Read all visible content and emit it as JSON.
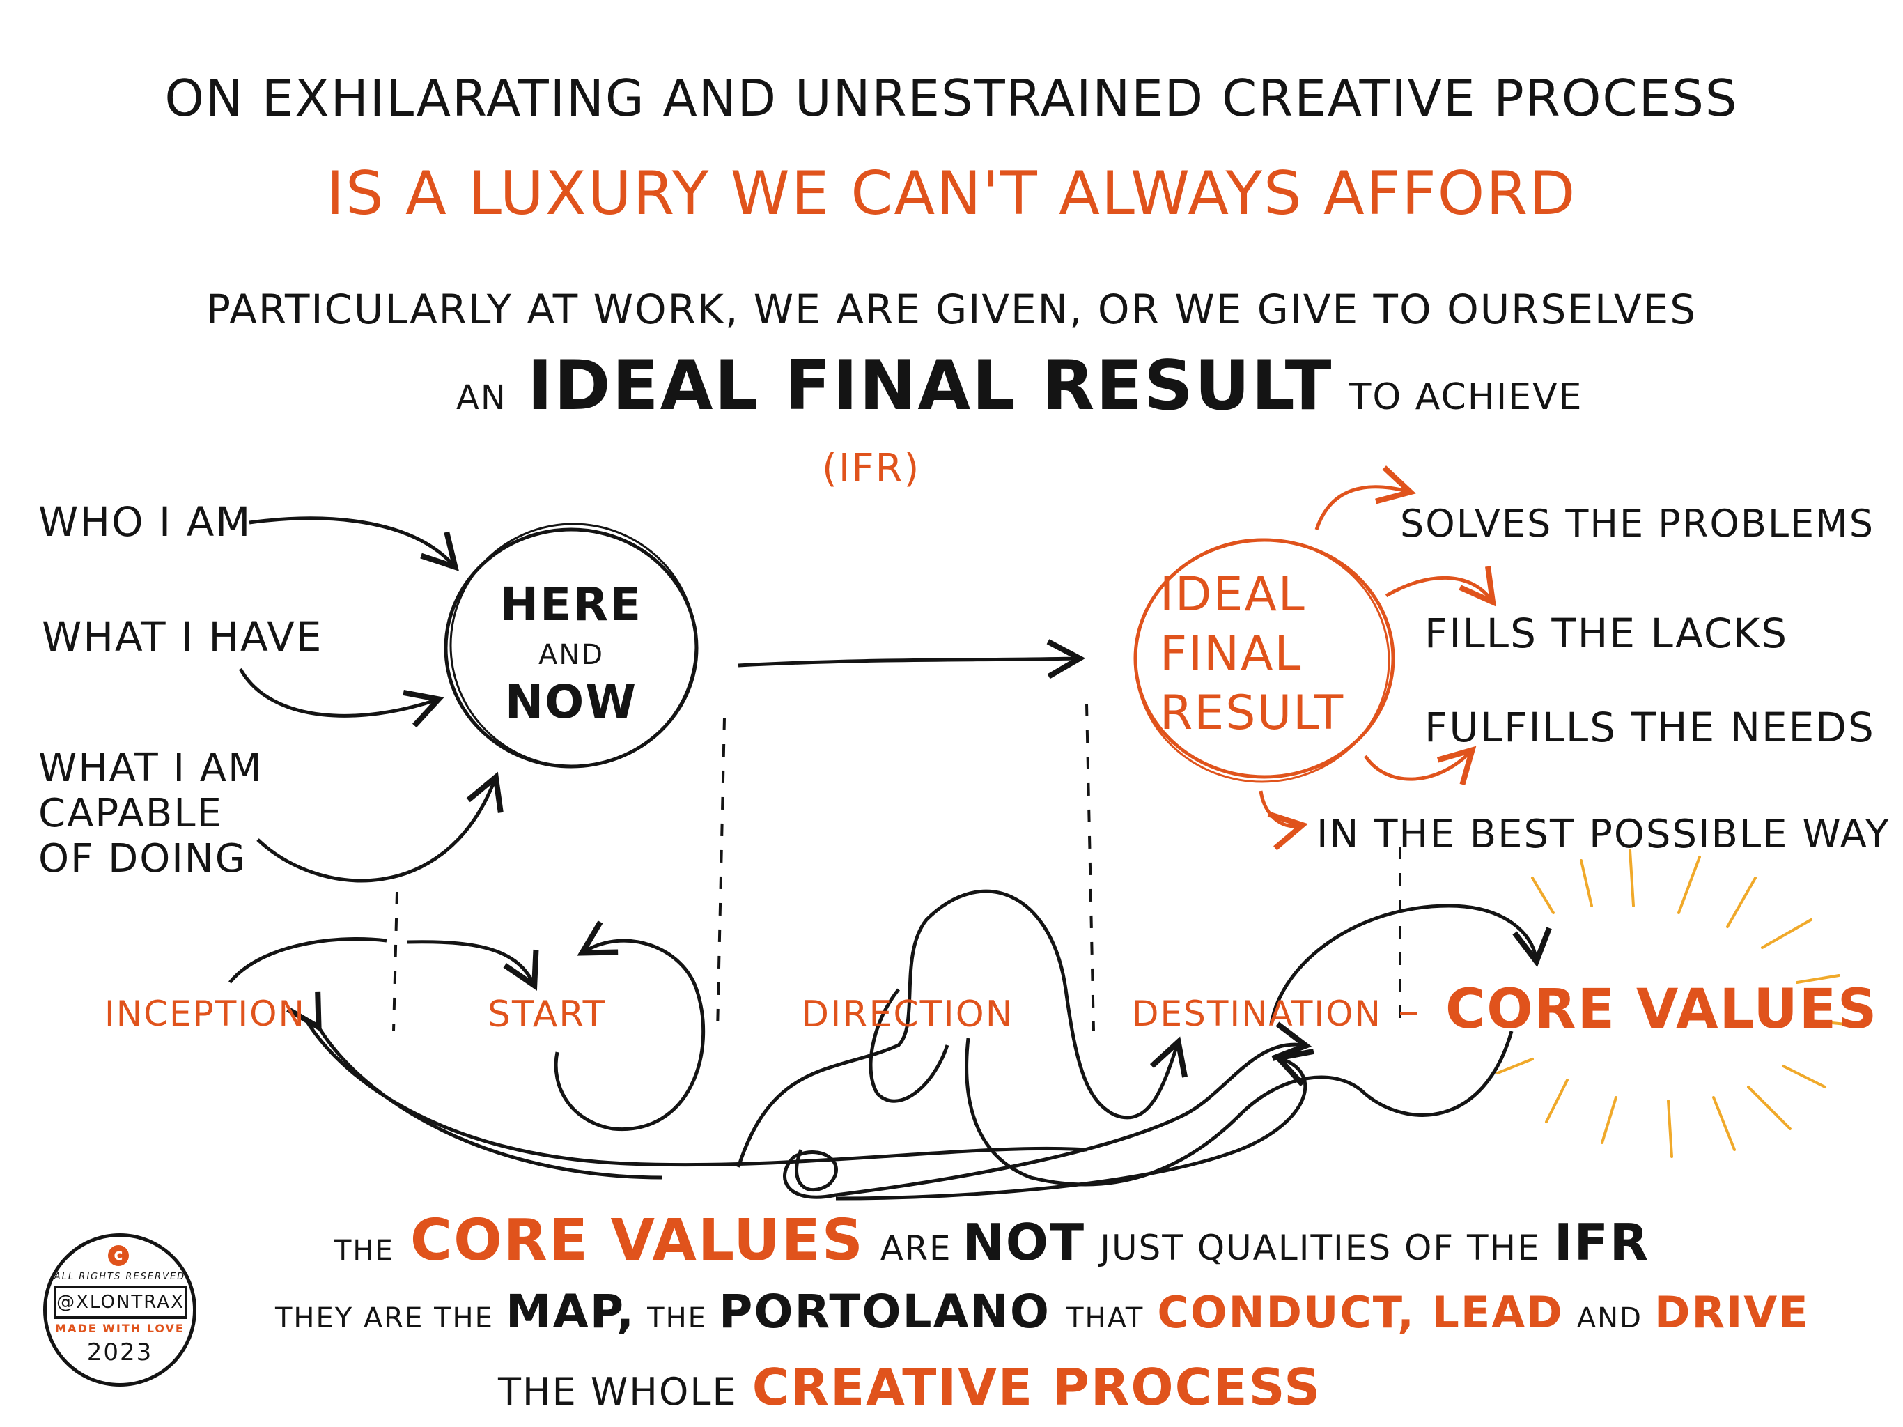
{
  "header": {
    "line1": "ON EXHILARATING AND UNRESTRAINED CREATIVE PROCESS",
    "line2": "IS A LUXURY WE CAN'T ALWAYS AFFORD",
    "line3": "PARTICULARLY AT WORK, WE ARE GIVEN, OR WE GIVE TO OURSELVES",
    "line4_pre": "AN",
    "line4_main": "IDEAL FINAL RESULT",
    "line4_post": "TO ACHIEVE",
    "line5": "(IFR)"
  },
  "inputs": {
    "who": "WHO I AM",
    "what_have": "WHAT I HAVE",
    "capable_1": "WHAT I AM",
    "capable_2": "CAPABLE",
    "capable_3": "OF DOING"
  },
  "here_now": {
    "line1": "HERE",
    "line2": "AND",
    "line3": "NOW"
  },
  "ifr_circle": {
    "line1": "IDEAL",
    "line2": "FINAL",
    "line3": "RESULT"
  },
  "outcomes": {
    "solves": "SOLVES THE PROBLEMS",
    "fills": "FILLS THE LACKS",
    "fulfills": "FULFILLS THE NEEDS",
    "best_way": "IN THE BEST POSSIBLE WAY"
  },
  "stages": {
    "inception": "INCEPTION",
    "start": "START",
    "direction": "DIRECTION",
    "destination": "DESTINATION",
    "core_values": "CORE VALUES"
  },
  "footer": {
    "l1_a": "THE",
    "l1_b": "CORE VALUES",
    "l1_c": "ARE",
    "l1_d": "NOT",
    "l1_e": "JUST QUALITIES OF THE",
    "l1_f": "IFR",
    "l2_a": "THEY ARE THE",
    "l2_b": "MAP,",
    "l2_c": "THE",
    "l2_d": "PORTOLANO",
    "l2_e": "THAT",
    "l2_f": "CONDUCT, LEAD",
    "l2_g": "AND",
    "l2_h": "DRIVE",
    "l3_a": "THE WHOLE",
    "l3_b": "CREATIVE PROCESS"
  },
  "badge": {
    "rights": "ALL RIGHTS RESERVED",
    "handle": "@XLONTRAX",
    "love": "MADE WITH LOVE",
    "year": "2023"
  },
  "colors": {
    "accent": "#e0531c",
    "ink": "#141414",
    "burst": "#f0a92a"
  }
}
